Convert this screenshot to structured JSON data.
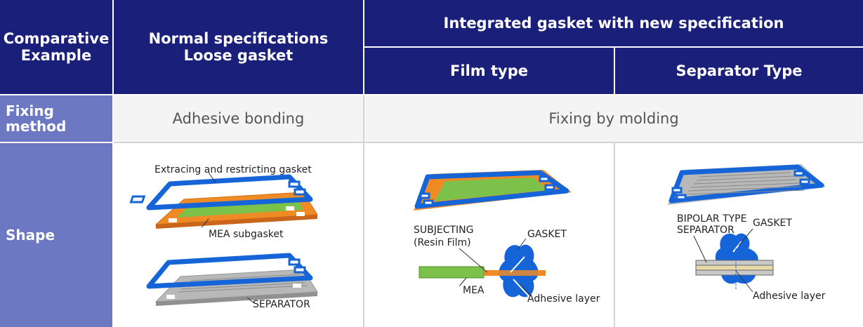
{
  "header": {
    "comparative": "Comparative\nExample",
    "normal": "Normal specifications\nLoose gasket",
    "integrated": "Integrated gasket with new specification",
    "film": "Film type",
    "separator": "Separator Type"
  },
  "rows": {
    "fixing_label": "Fixing\nmethod",
    "shape_label": "Shape",
    "adhesive_bonding": "Adhesive bonding",
    "fixing_by_molding": "Fixing by molding"
  },
  "labels": {
    "extracing": "Extracing and restricting gasket",
    "mea_subgasket": "MEA subgasket",
    "separator": "SEPARATOR",
    "subjecting_1": "SUBJECTING",
    "subjecting_2": "(Resin Film)",
    "gasket_film": "GASKET",
    "mea": "MEA",
    "adhesive_film": "Adhesive layer",
    "bipolar_1": "BIPOLAR TYPE",
    "bipolar_2": "SEPARATOR",
    "gasket_sep": "GASKET",
    "adhesive_sep": "Adhesive layer"
  },
  "colors": {
    "header_bg": "#1a1f7a",
    "row_header_bg": "#6c79c2",
    "gasket_blue": "#1565d8",
    "mea_green": "#7cc14a",
    "subgasket_orange": "#f08a24",
    "separator_gray": "#b8b8b8"
  }
}
